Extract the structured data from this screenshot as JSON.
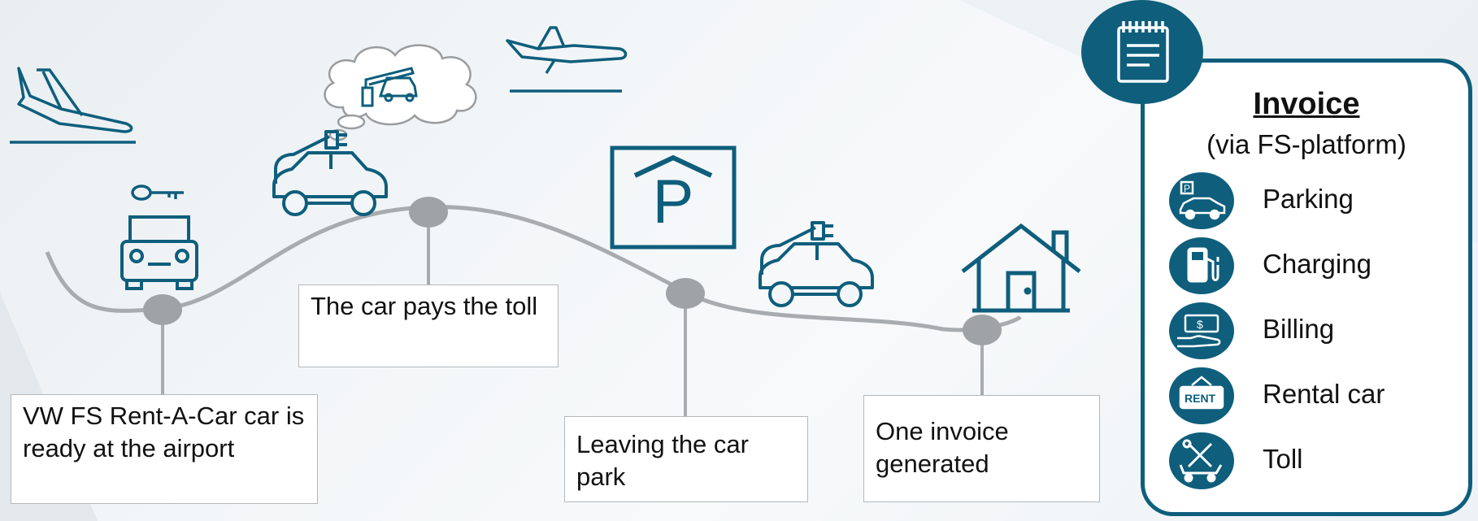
{
  "steps": [
    {
      "text": "VW FS Rent-A-Car car is ready at the airport"
    },
    {
      "text": "The car pays the toll"
    },
    {
      "text": "Leaving the car park"
    },
    {
      "text": "One invoice generated"
    }
  ],
  "parking_sign": "P",
  "invoice": {
    "title": "Invoice",
    "subtitle": "(via FS-platform)",
    "items": [
      {
        "label": "Parking",
        "icon": "parking-car-icon"
      },
      {
        "label": "Charging",
        "icon": "fuel-pump-icon"
      },
      {
        "label": "Billing",
        "icon": "money-hand-icon"
      },
      {
        "label": "Rental car",
        "icon": "rent-sign-icon"
      },
      {
        "label": "Toll",
        "icon": "tools-cart-icon"
      }
    ]
  },
  "colors": {
    "brand": "#0e5e7c",
    "timeline": "#a9acaf",
    "node": "#a0a3a6"
  }
}
